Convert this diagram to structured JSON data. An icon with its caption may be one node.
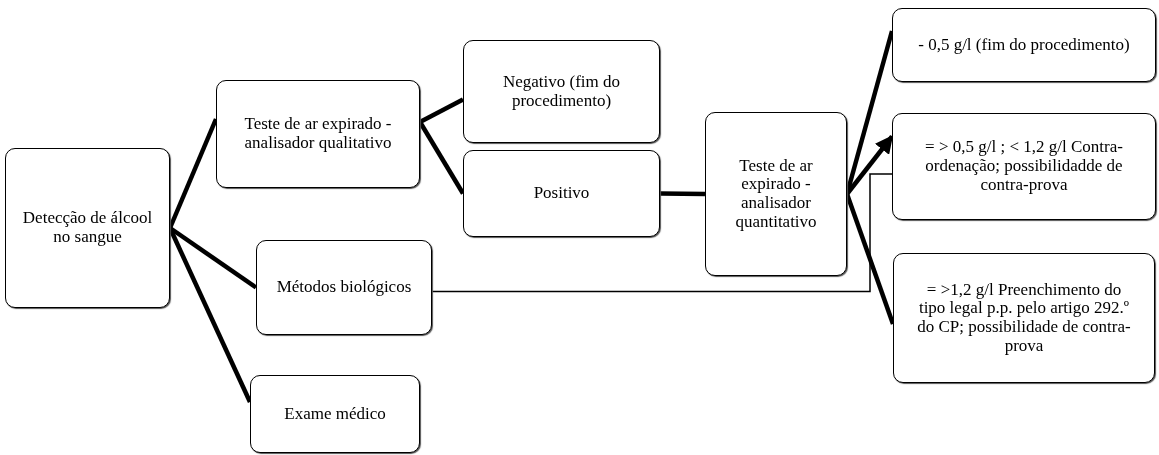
{
  "diagram": {
    "nodes": [
      {
        "text": [
          "Detecção de álcool no sangue"
        ]
      },
      {
        "text": [
          "Teste de ar expirado - analisador qualitativo"
        ]
      },
      {
        "text": [
          "Negativo (fim do procedimento)"
        ]
      },
      {
        "text": [
          "Positivo"
        ]
      },
      {
        "text": [
          "Métodos biológicos"
        ]
      },
      {
        "text": [
          "Exame médico"
        ]
      },
      {
        "text": [
          "Teste de ar expirado - analisador quantitativo"
        ]
      },
      {
        "text": [
          "- 0,5 g/l (fim do procedimento)"
        ]
      },
      {
        "text": [
          "= > 0,5 g/l ; < 1,2 g/l Contra-ordenação; possibilidadde de contra-prova"
        ]
      },
      {
        "text": [
          "= >1,2 g/l Preenchimento do tipo legal p.p. pelo artigo 292.º do CP; possibilidade de contra-prova"
        ]
      }
    ],
    "edges": [
      {
        "from": 0,
        "to": 1,
        "arrow": "none"
      },
      {
        "from": 0,
        "to": 4,
        "arrow": "none"
      },
      {
        "from": 0,
        "to": 5,
        "arrow": "none"
      },
      {
        "from": 1,
        "to": 2,
        "arrow": "none"
      },
      {
        "from": 1,
        "to": 3,
        "arrow": "none"
      },
      {
        "from": 3,
        "to": 6,
        "arrow": "none"
      },
      {
        "from": 6,
        "to": 7,
        "arrow": "none"
      },
      {
        "from": 6,
        "to": 8,
        "arrow": "to"
      },
      {
        "from": 6,
        "to": 9,
        "arrow": "none"
      },
      {
        "from": 4,
        "to": 8,
        "arrow": "none"
      }
    ]
  }
}
